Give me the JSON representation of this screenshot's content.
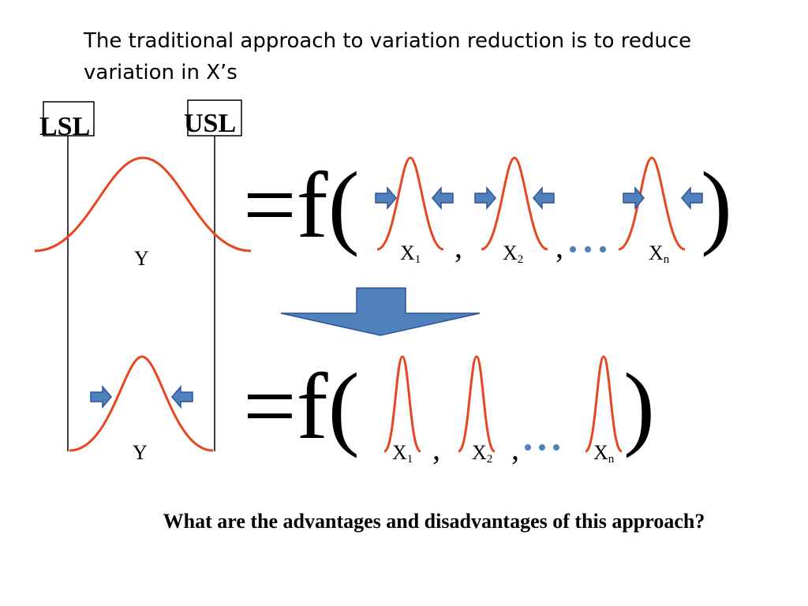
{
  "title": "The traditional approach to variation reduction is to reduce variation in X’s",
  "lsl_label": "LSL",
  "usl_label": "USL",
  "y_label": "Y",
  "x1_label": "X",
  "x1_sub": "1",
  "x2_label": "X",
  "x2_sub": "2",
  "xn_label": "X",
  "xn_sub": "n",
  "function_prefix": "=f(",
  "function_suffix": ")",
  "question": "What are the advantages and disadvantages of this approach?",
  "colors": {
    "curve": "#E8461E",
    "arrow_fill": "#4F81BD",
    "arrow_stroke": "#2F5496"
  }
}
